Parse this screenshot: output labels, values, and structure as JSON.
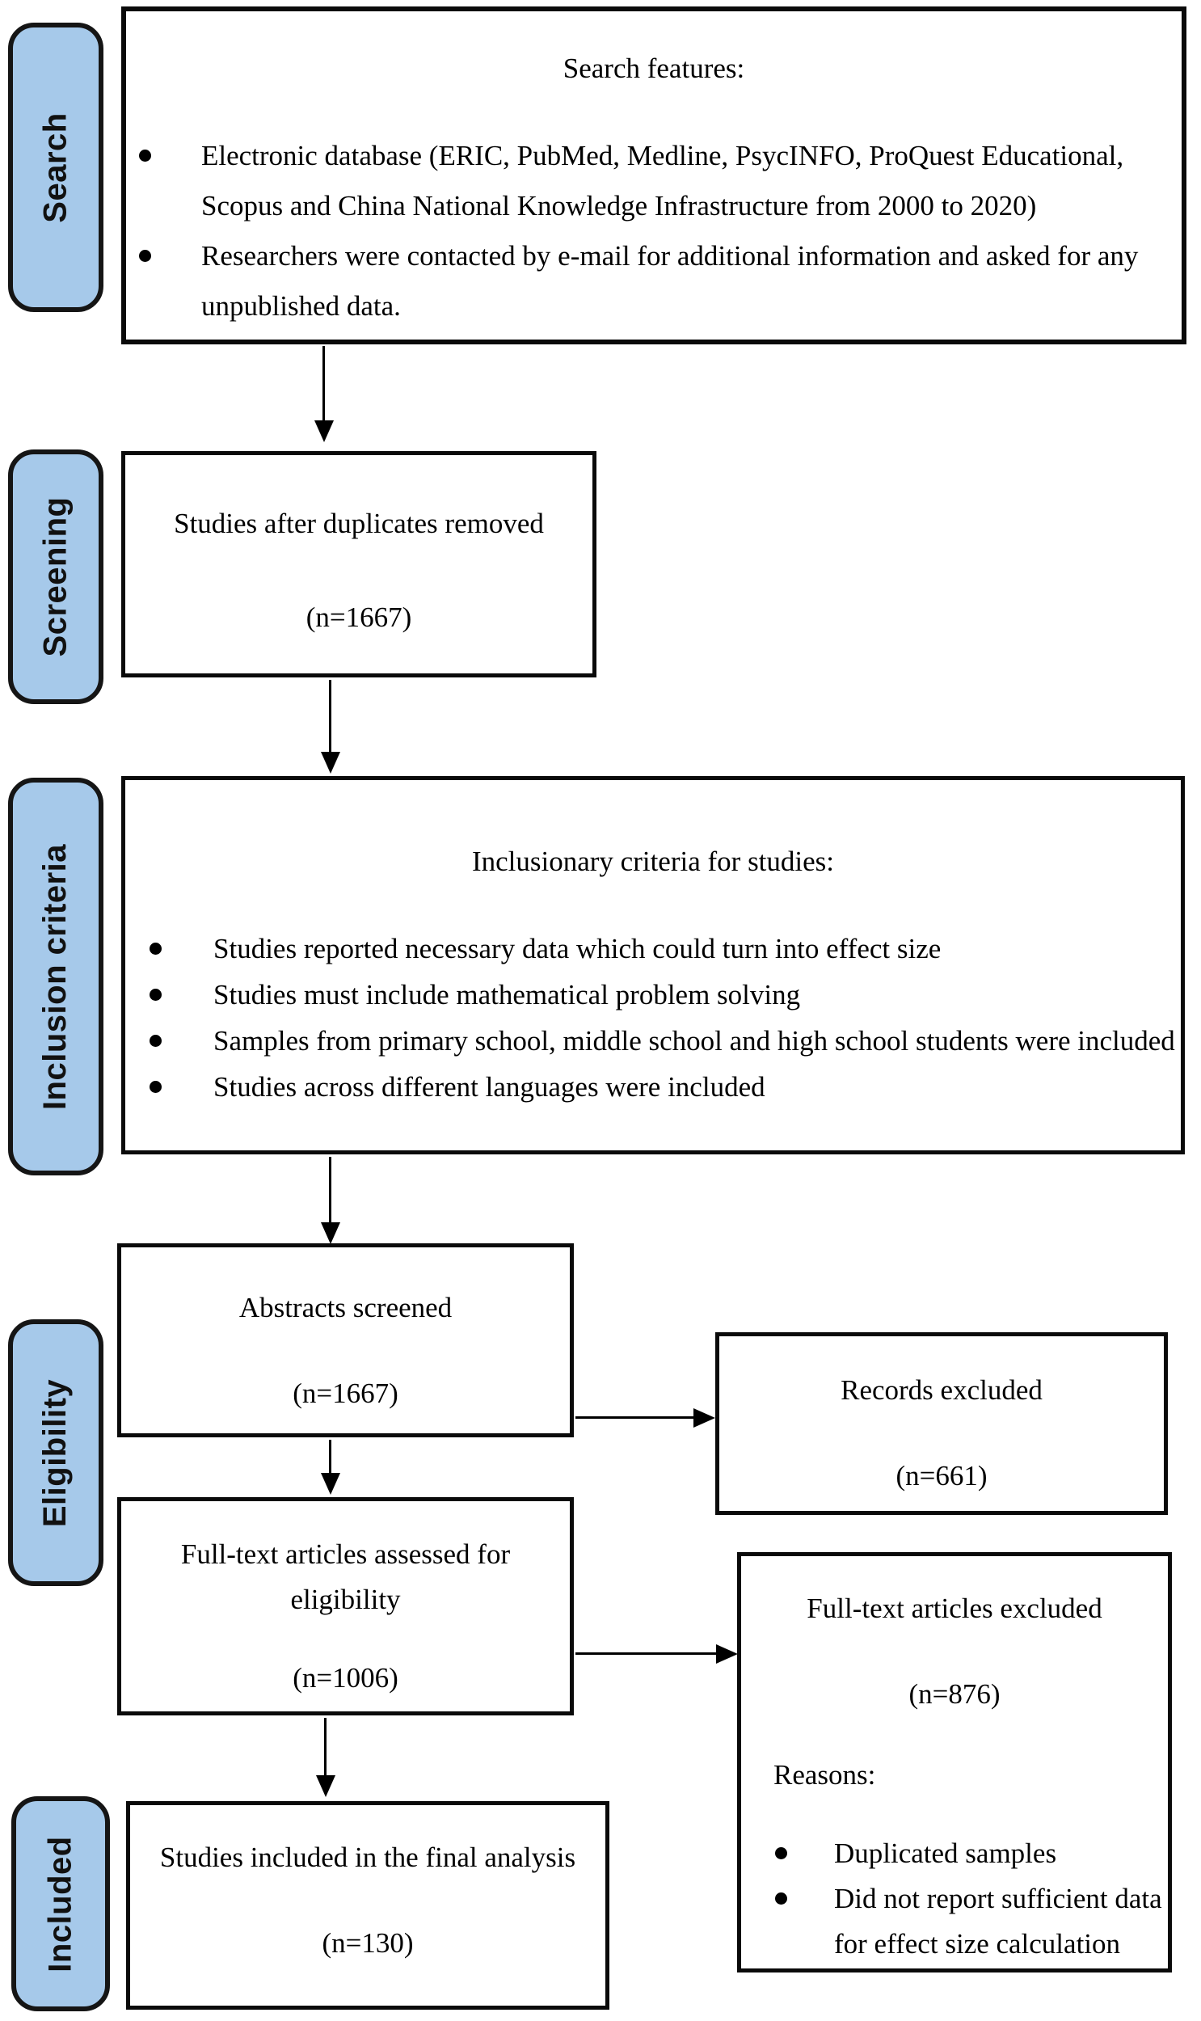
{
  "diagram": {
    "colors": {
      "stage_fill": "#a6c9ea",
      "box_border": "#0a0a0a"
    },
    "stages": {
      "search": {
        "label": "Search"
      },
      "screening": {
        "label": "Screening"
      },
      "inclusion": {
        "label": "Inclusion criteria"
      },
      "eligibility": {
        "label": "Eligibility"
      },
      "included": {
        "label": "Included"
      }
    },
    "boxes": {
      "search_features": {
        "title": "Search features:",
        "bullets": [
          {
            "lines": [
              "Electronic database (ERIC, PubMed, Medline, PsycINFO, ProQuest Educational,",
              "Scopus and China National Knowledge Infrastructure from 2000 to 2020)"
            ]
          },
          {
            "lines": [
              "Researchers were contacted by e-mail for additional information and asked for any",
              "unpublished data."
            ]
          }
        ]
      },
      "duplicates_removed": {
        "title": "Studies after duplicates removed",
        "count": "(n=1667)"
      },
      "inclusion_criteria": {
        "title": "Inclusionary criteria for studies:",
        "bullets": [
          "Studies reported necessary data which could turn into effect size",
          "Studies must include mathematical problem solving",
          "Samples from primary school, middle school and high school students were included",
          "Studies across different languages were included"
        ]
      },
      "abstracts_screened": {
        "title": "Abstracts screened",
        "count": "(n=1667)"
      },
      "records_excluded": {
        "title": "Records excluded",
        "count": "(n=661)"
      },
      "fulltext_assessed": {
        "title_lines": [
          "Full-text articles assessed for",
          "eligibility"
        ],
        "count": "(n=1006)"
      },
      "fulltext_excluded": {
        "title": "Full-text articles excluded",
        "count": "(n=876)",
        "reasons_label": "Reasons:",
        "reasons": [
          {
            "lines": [
              "Duplicated samples"
            ]
          },
          {
            "lines": [
              "Did not report sufficient data",
              "for effect size calculation"
            ]
          }
        ]
      },
      "final_included": {
        "title": "Studies included in the final analysis",
        "count": "(n=130)"
      }
    }
  }
}
